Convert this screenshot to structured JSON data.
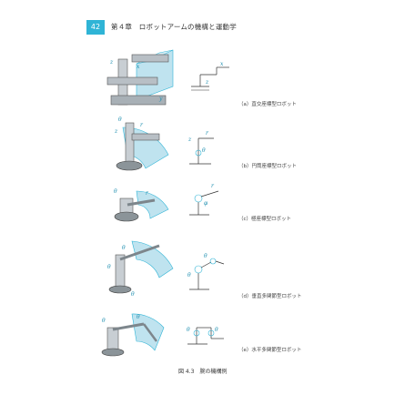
{
  "header": {
    "page_number": "42",
    "chapter_title": "第４章　ロボットアームの機構と運動学"
  },
  "figure": {
    "caption": "図 4.3　腕の機構例",
    "items": [
      {
        "label": "（a）直交座標型ロボット"
      },
      {
        "label": "（b）円筒座標型ロボット"
      },
      {
        "label": "（c）極座標型ロボット"
      },
      {
        "label": "（d）垂直多関節型ロボット"
      },
      {
        "label": "（e）水平多関節型ロボット"
      }
    ]
  },
  "colors": {
    "accent": "#2fb4d6",
    "workspace": "#bfe3ef",
    "metal": "#9aa3ab",
    "ink": "#333333"
  }
}
